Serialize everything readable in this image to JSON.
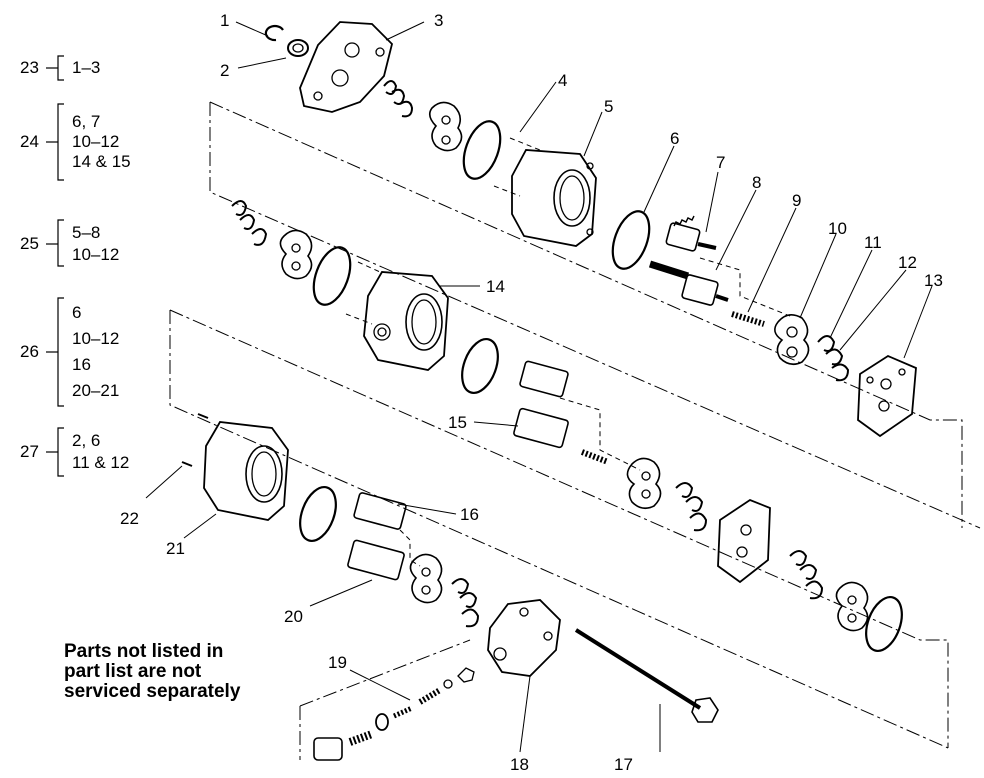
{
  "callouts": [
    "1",
    "2",
    "3",
    "4",
    "5",
    "6",
    "7",
    "8",
    "9",
    "10",
    "11",
    "12",
    "13",
    "14",
    "15",
    "16",
    "17",
    "18",
    "19",
    "20",
    "21",
    "22"
  ],
  "kits": [
    {
      "number": "23",
      "items": [
        "1–3"
      ]
    },
    {
      "number": "24",
      "items": [
        "6, 7",
        "10–12",
        "14 & 15"
      ]
    },
    {
      "number": "25",
      "items": [
        "5–8",
        "10–12"
      ]
    },
    {
      "number": "26",
      "items": [
        "6",
        "10–12",
        "16",
        "20–21"
      ]
    },
    {
      "number": "27",
      "items": [
        "2, 6",
        "11 & 12"
      ]
    }
  ],
  "note": [
    "Parts not listed in",
    "part list are not",
    "serviced separately"
  ]
}
